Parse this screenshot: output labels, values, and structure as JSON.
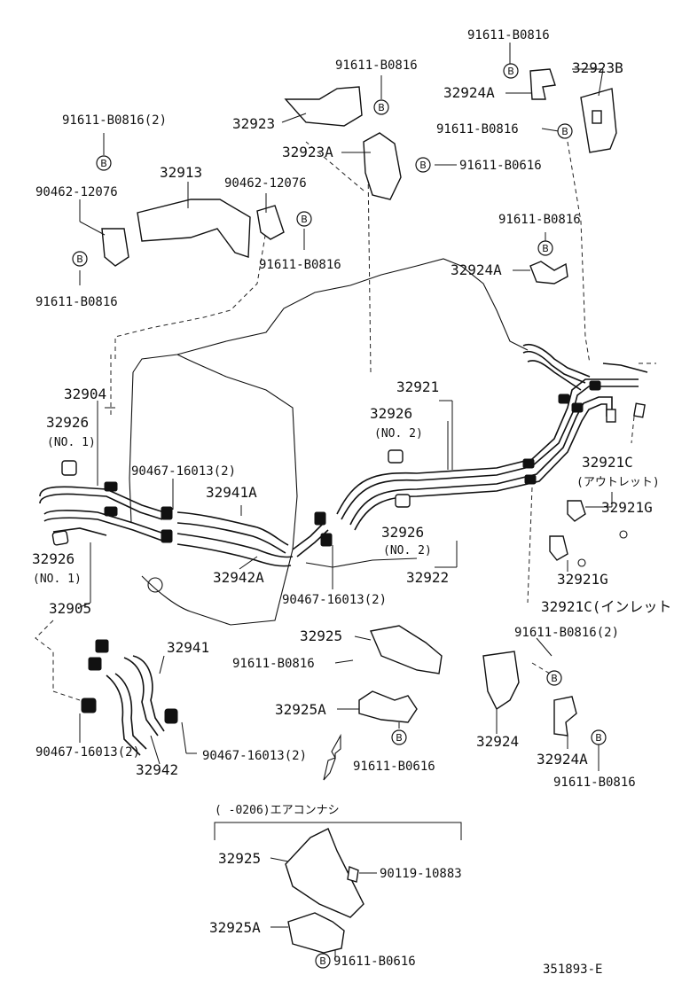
{
  "diagram_ref": "351893-E",
  "bolt_symbol": "B",
  "labels": {
    "b0816_tr1": "91611-B0816",
    "p32923B": "32923B",
    "p32924A_top": "32924A",
    "b0816_tr2": "91611-B0816",
    "b0616_tr": "91611-B0616",
    "b0816_tc": "91611-B0816",
    "p32923": "32923",
    "p32923A": "32923A",
    "b0816x2_tl": "91611-B0816(2)",
    "p32913": "32913",
    "c90462_l": "90462-12076",
    "c90462_r": "90462-12076",
    "b0816_mid": "91611-B0816",
    "b0816_left": "91611-B0816",
    "b0816_r2": "91611-B0816",
    "p32924A_mid": "32924A",
    "p32904": "32904",
    "p32921": "32921",
    "p32926_a": "32926",
    "no1_a": "(NO. 1)",
    "p32926_b": "32926",
    "no2_b": "(NO. 2)",
    "h90467_a": "90467-16013(2)",
    "p32941A": "32941A",
    "p32921C_top": "32921C",
    "outlet": "(アウトレット)",
    "p32921G_a": "32921G",
    "p32926_c": "32926",
    "no2_c": "(NO. 2)",
    "p32926_d": "32926",
    "no1_d": "(NO. 1)",
    "p32942A": "32942A",
    "p32922": "32922",
    "p32921G_b": "32921G",
    "h90467_b": "90467-16013(2)",
    "p32905": "32905",
    "p32921C_bot": "32921C(インレット)",
    "p32925": "32925",
    "b0816x2_r": "91611-B0816(2)",
    "p32941": "32941",
    "b0816_c": "91611-B0816",
    "p32925A": "32925A",
    "p32924": "32924",
    "h90467_c": "90467-16013(2)",
    "h90467_d": "90467-16013(2)",
    "p32924A_bot": "32924A",
    "b0616_c": "91611-B0616",
    "p32942": "32942",
    "b0816_br": "91611-B0816",
    "range_note": "(  -0206)エアコンナシ",
    "p32925_b": "32925",
    "bolt_90119": "90119-10883",
    "p32925A_b": "32925A",
    "b0616_b": "91611-B0616"
  }
}
